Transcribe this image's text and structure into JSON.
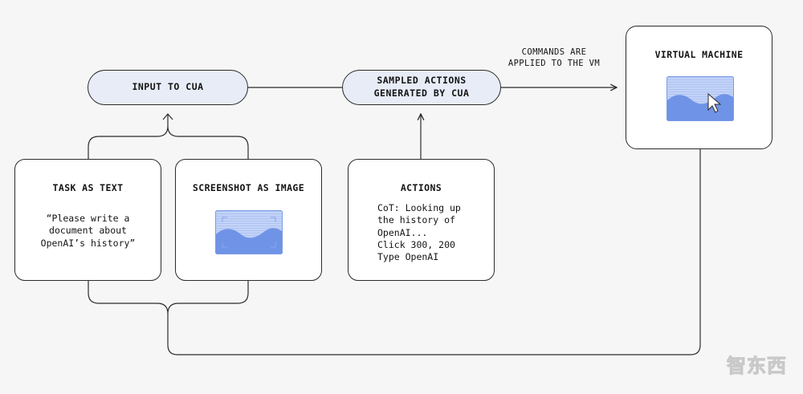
{
  "nodes": {
    "input_to_cua": "INPUT TO CUA",
    "sampled_actions": "SAMPLED ACTIONS\nGENERATED BY CUA",
    "virtual_machine": "VIRTUAL MACHINE",
    "task_as_text": {
      "title": "TASK AS TEXT",
      "body": "“Please write a\ndocument about\nOpenAI’s history”"
    },
    "screenshot_as_image": {
      "title": "SCREENSHOT AS IMAGE"
    },
    "actions": {
      "title": "ACTIONS",
      "body": "CoT: Looking up\nthe history of\nOpenAI...\nClick 300, 200\nType OpenAI"
    }
  },
  "edge_labels": {
    "commands_applied": "COMMANDS ARE\nAPPLIED TO THE VM"
  },
  "icons": {
    "screenshot": "image-thumbnail-icon",
    "vm_screen": "screen-with-cursor-icon"
  },
  "colors": {
    "background": "#f6f6f6",
    "pill_fill": "#e7ecf7",
    "stroke": "#2b2b2b",
    "image_blue": "#6f93e6",
    "image_light": "#bfd0f6"
  },
  "watermark": "智东西"
}
